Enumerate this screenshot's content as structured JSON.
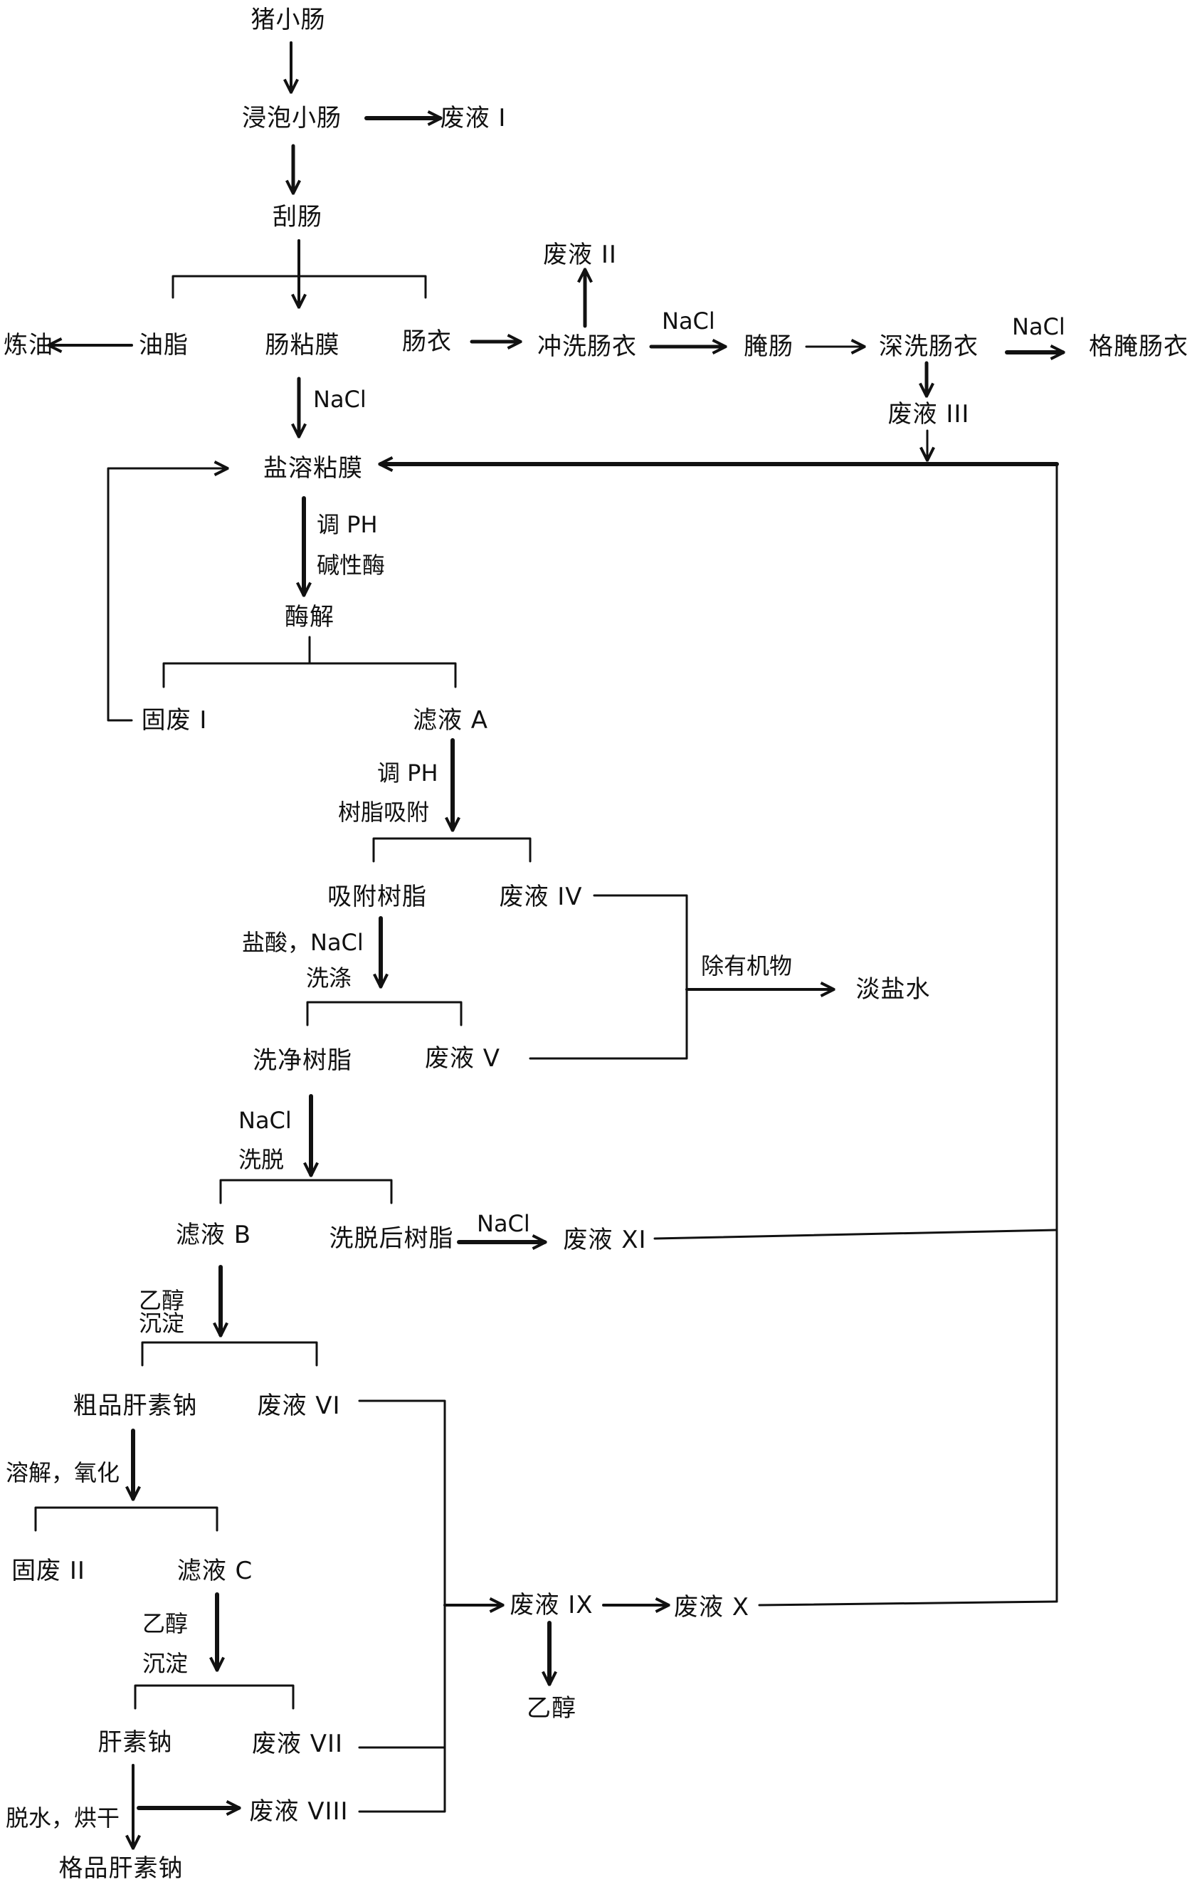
{
  "nodes": {
    "pig_intestine": "猪小肠",
    "soaked_intestine": "浸泡小肠",
    "waste_liquid_1": "废液 I",
    "scrape": "刮肠",
    "refined_oil": "炼油",
    "fat": "油脂",
    "intestinal_mucosa": "肠粘膜",
    "casing": "肠衣",
    "waste_liquid_2": "废液 II",
    "rinsed_casing": "冲洗肠衣",
    "salted_intestine": "腌肠",
    "deep_washed_casing": "深洗肠衣",
    "qualified_salted_casing": "格腌肠衣",
    "waste_liquid_3": "废液 III",
    "salt_mucosa": "盐溶粘膜",
    "enzymolysis": "酶解",
    "solid_waste_1": "固废 I",
    "filtrate_a": "滤液 A",
    "adsorbed_resin": "吸附树脂",
    "waste_liquid_4": "废液 IV",
    "washed_resin": "洗净树脂",
    "waste_liquid_5": "废液 V",
    "desalted_water": "淡盐水",
    "filtrate_b": "滤液 B",
    "eluted_resin": "洗脱后树脂",
    "waste_liquid_11": "废液 XI",
    "crude_heparin": "粗品肝素钠",
    "waste_liquid_6": "废液 VI",
    "solid_waste_2": "固废 II",
    "filtrate_c": "滤液 C",
    "heparin": "肝素钠",
    "waste_liquid_7": "废液 VII",
    "waste_liquid_8": "废液 VIII",
    "waste_liquid_9": "废液 IX",
    "waste_liquid_10": "废液 X",
    "ethanol_recovered": "乙醇",
    "qualified_heparin": "格品肝素钠"
  },
  "labels": {
    "nacl_rinse": "NaCl",
    "nacl_deep": "NaCl",
    "nacl_mucosa": "NaCl",
    "adjust_ph_1": "调 PH",
    "alkaline_enzyme": "碱性酶",
    "adjust_ph_2": "调 PH",
    "resin_adsorption": "树脂吸附",
    "hcl_nacl": "盐酸，NaCl",
    "washing": "洗涤",
    "remove_organics": "除有机物",
    "nacl_elution": "NaCl",
    "elution": "洗脱",
    "nacl_resin": "NaCl",
    "ethanol_1": "乙醇",
    "precipitation_1": "沉淀",
    "dissolve_oxidize": "溶解，氧化",
    "ethanol_2": "乙醇",
    "precipitation_2": "沉淀",
    "dehydrate_dry": "脱水，烘干"
  }
}
